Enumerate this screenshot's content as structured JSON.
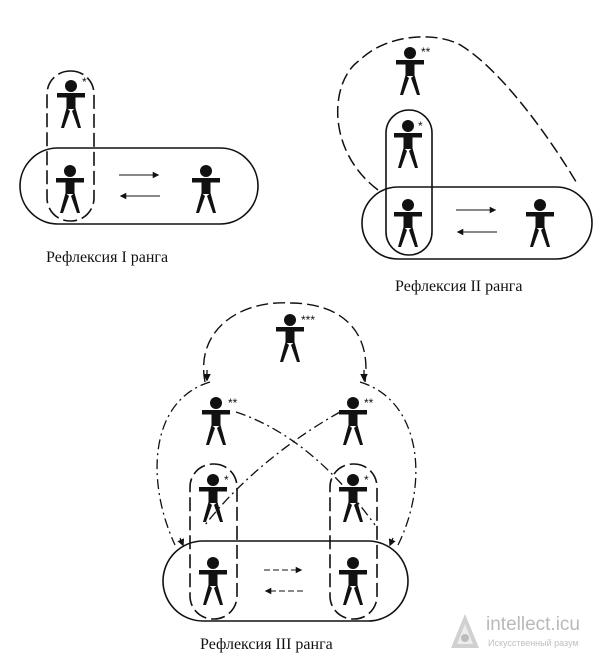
{
  "captions": {
    "rank1": "Рефлексия I ранга",
    "rank2": "Рефлексия II ранга",
    "rank3": "Рефлексия III ранга"
  },
  "marks": {
    "one": "*",
    "two": "**",
    "three": "***"
  },
  "watermark": {
    "name": "intellect.icu",
    "tagline": "Искусственный разум"
  },
  "colors": {
    "ink": "#111111",
    "watermark": "#bbbbbb"
  },
  "icons": {
    "person": "person-figure-icon",
    "arrow": "arrow-icon",
    "logo": "intellect-logo-icon"
  }
}
